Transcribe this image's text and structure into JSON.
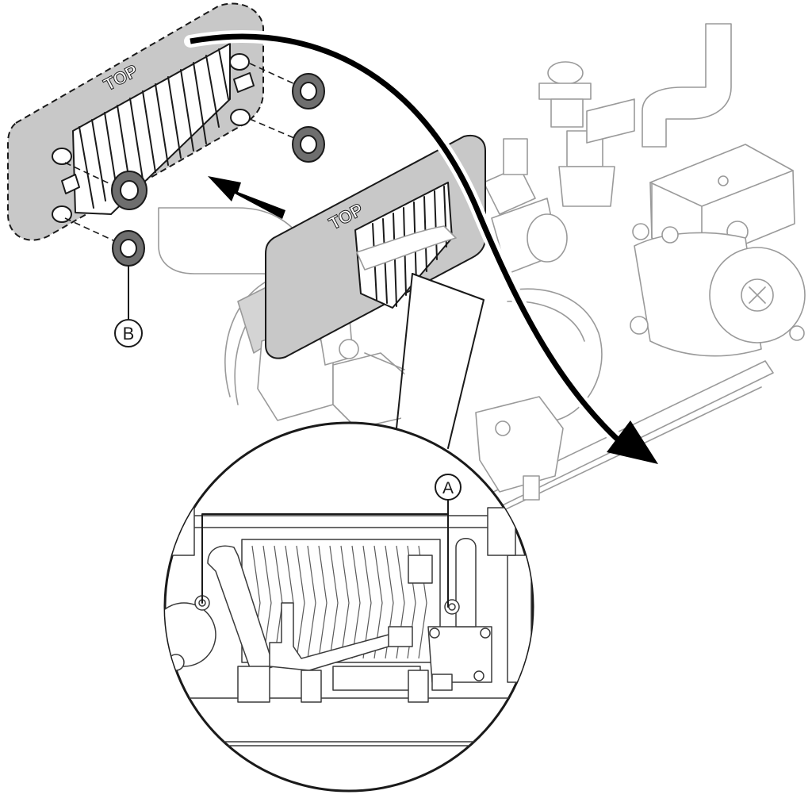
{
  "figure": {
    "loose_plate_hx_label": "TOP",
    "installed_plate_hx_label": "TOP",
    "callout_a": "A",
    "callout_b": "B"
  }
}
